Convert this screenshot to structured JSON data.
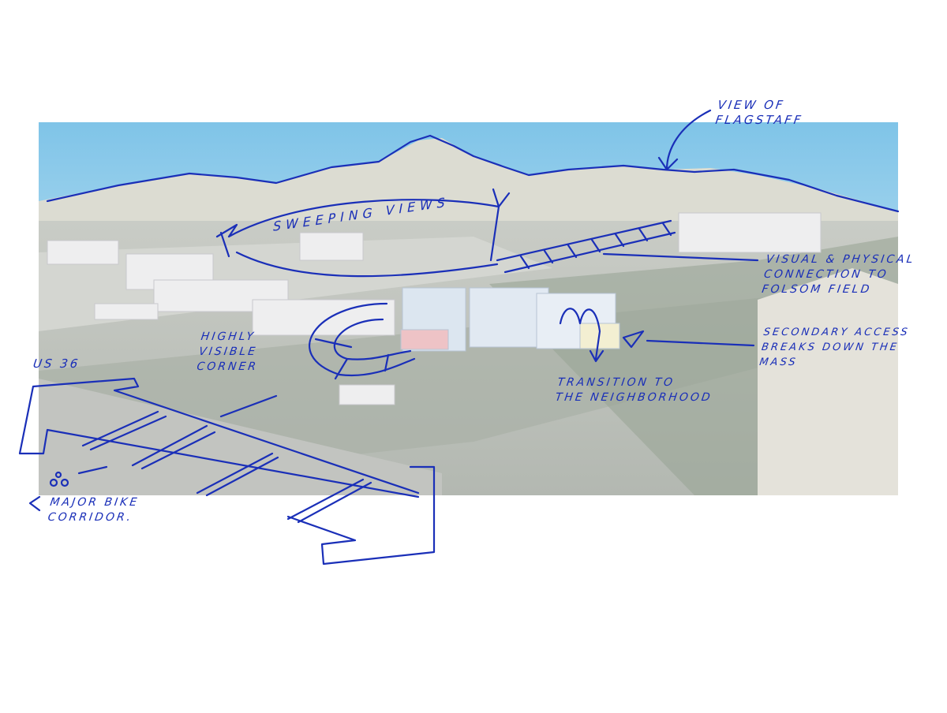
{
  "colors": {
    "ink": "#1a2fb8",
    "sky_top": "#7fc4e8",
    "sky_bottom": "#e6f3f8",
    "ground": "#b9bdb7"
  },
  "annotations": {
    "view_of_flagstaff": [
      "VIEW OF",
      "FLAGSTAFF"
    ],
    "sweeping_views": "SWEEPING VIEWS",
    "visual_connection": [
      "VISUAL & PHYSICAL",
      "CONNECTION TO",
      "FOLSOM FIELD"
    ],
    "secondary_access": [
      "SECONDARY ACCESS",
      "BREAKS DOWN THE",
      "MASS"
    ],
    "highly_visible_corner": [
      "HIGHLY",
      "VISIBLE",
      "CORNER"
    ],
    "transition": [
      "TRANSITION TO",
      "THE NEIGHBORHOOD"
    ],
    "us36": "US 36",
    "bike_corridor": [
      "MAJOR BIKE",
      "CORRIDOR."
    ]
  }
}
